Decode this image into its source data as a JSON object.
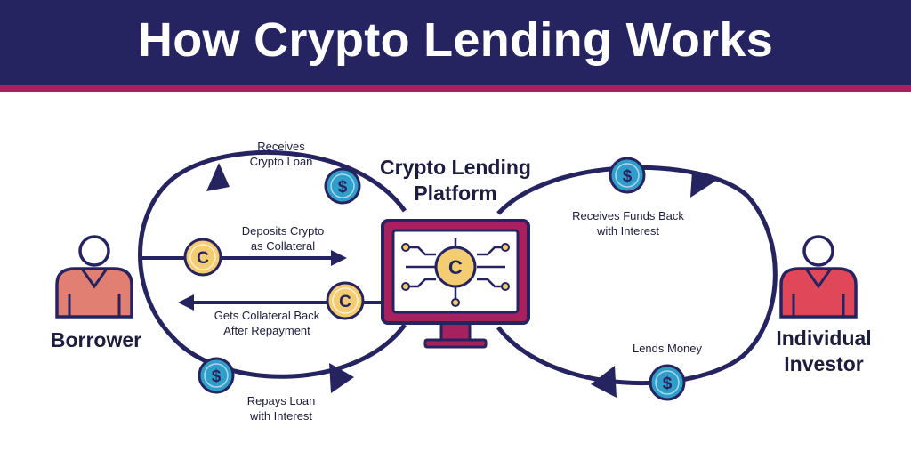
{
  "header": {
    "title": "How Crypto Lending Works"
  },
  "nodes": {
    "borrower": "Borrower",
    "platform": "Crypto Lending\nPlatform",
    "investor": "Individual\nInvestor"
  },
  "flows": {
    "receives_loan": "Receives\nCrypto Loan",
    "deposits_collateral": "Deposits Crypto\nas Collateral",
    "gets_collateral_back": "Gets Collateral Back\nAfter Repayment",
    "repays_loan": "Repays Loan\nwith Interest",
    "receives_funds_back": "Receives Funds Back\nwith Interest",
    "lends_money": "Lends Money"
  },
  "icons": {
    "dollar_coin": "$",
    "crypto_coin": "C"
  },
  "colors": {
    "header_bg": "#252461",
    "header_accent": "#a8215f",
    "navy": "#252461",
    "dollar_coin": "#2f9ec9",
    "crypto_coin": "#f4cd72",
    "monitor_frame": "#a8215f",
    "borrower": "#e07f72",
    "investor": "#e0485a"
  }
}
